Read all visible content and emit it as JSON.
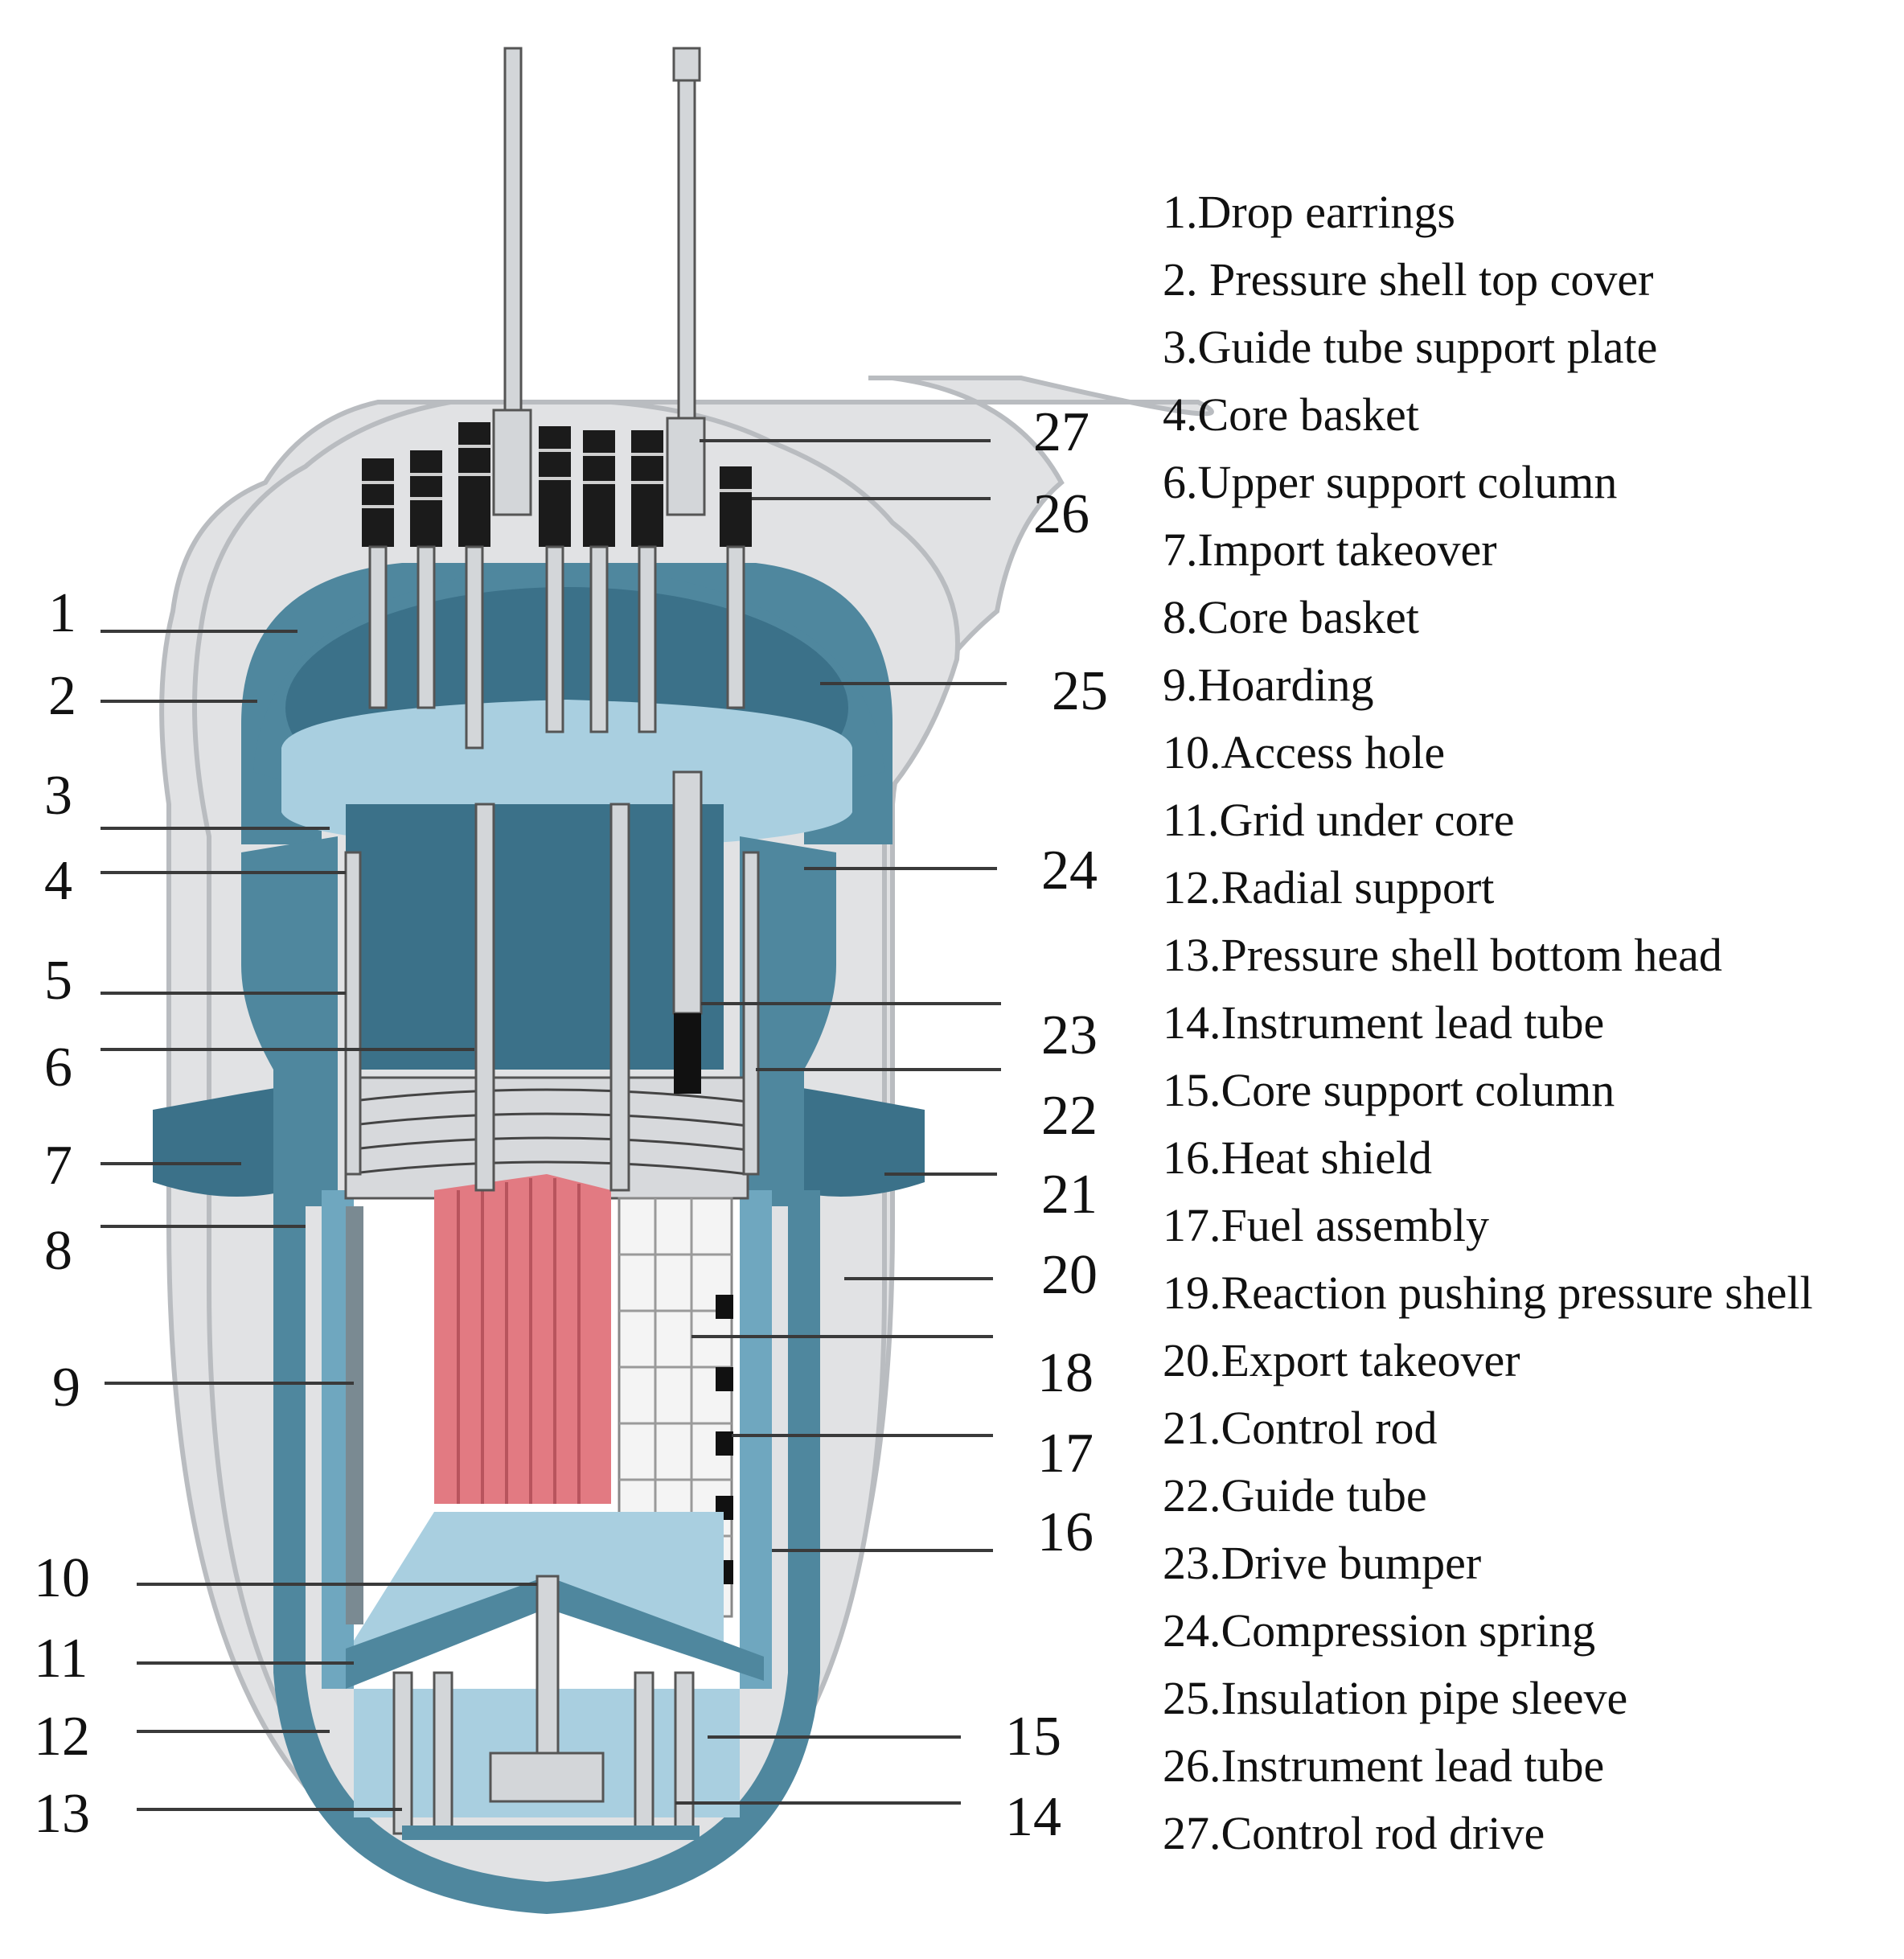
{
  "colors": {
    "outer_shell": "#e1e2e4",
    "outer_shell_stroke": "#b9bcc0",
    "vessel_blue": "#4f879e",
    "vessel_dark": "#3b7189",
    "vessel_light": "#a9cfe0",
    "core_red": "#e27a82",
    "rod_gray": "#cfd2d5",
    "line": "#3a3a3a"
  },
  "callouts_left": [
    "1",
    "2",
    "3",
    "4",
    "5",
    "6",
    "7",
    "8",
    "9",
    "10",
    "11",
    "12",
    "13"
  ],
  "callouts_right": [
    "27",
    "26",
    "25",
    "24",
    "23",
    "22",
    "21",
    "20",
    "18",
    "17",
    "16",
    "15",
    "14"
  ],
  "legend": [
    "1.Drop earrings",
    "2. Pressure shell top cover",
    "3.Guide tube support plate",
    "4.Core basket",
    "6.Upper support column",
    "7.Import takeover",
    "8.Core basket",
    "9.Hoarding",
    "10.Access hole",
    "11.Grid under core",
    "12.Radial support",
    "13.Pressure shell bottom head",
    "14.Instrument lead tube",
    "15.Core support column",
    "16.Heat shield",
    "17.Fuel assembly",
    "19.Reaction pushing pressure shell",
    "20.Export takeover",
    "21.Control rod",
    "22.Guide tube",
    "23.Drive bumper",
    "24.Compression spring",
    "25.Insulation pipe sleeve",
    "26.Instrument lead tube",
    "27.Control rod drive"
  ]
}
